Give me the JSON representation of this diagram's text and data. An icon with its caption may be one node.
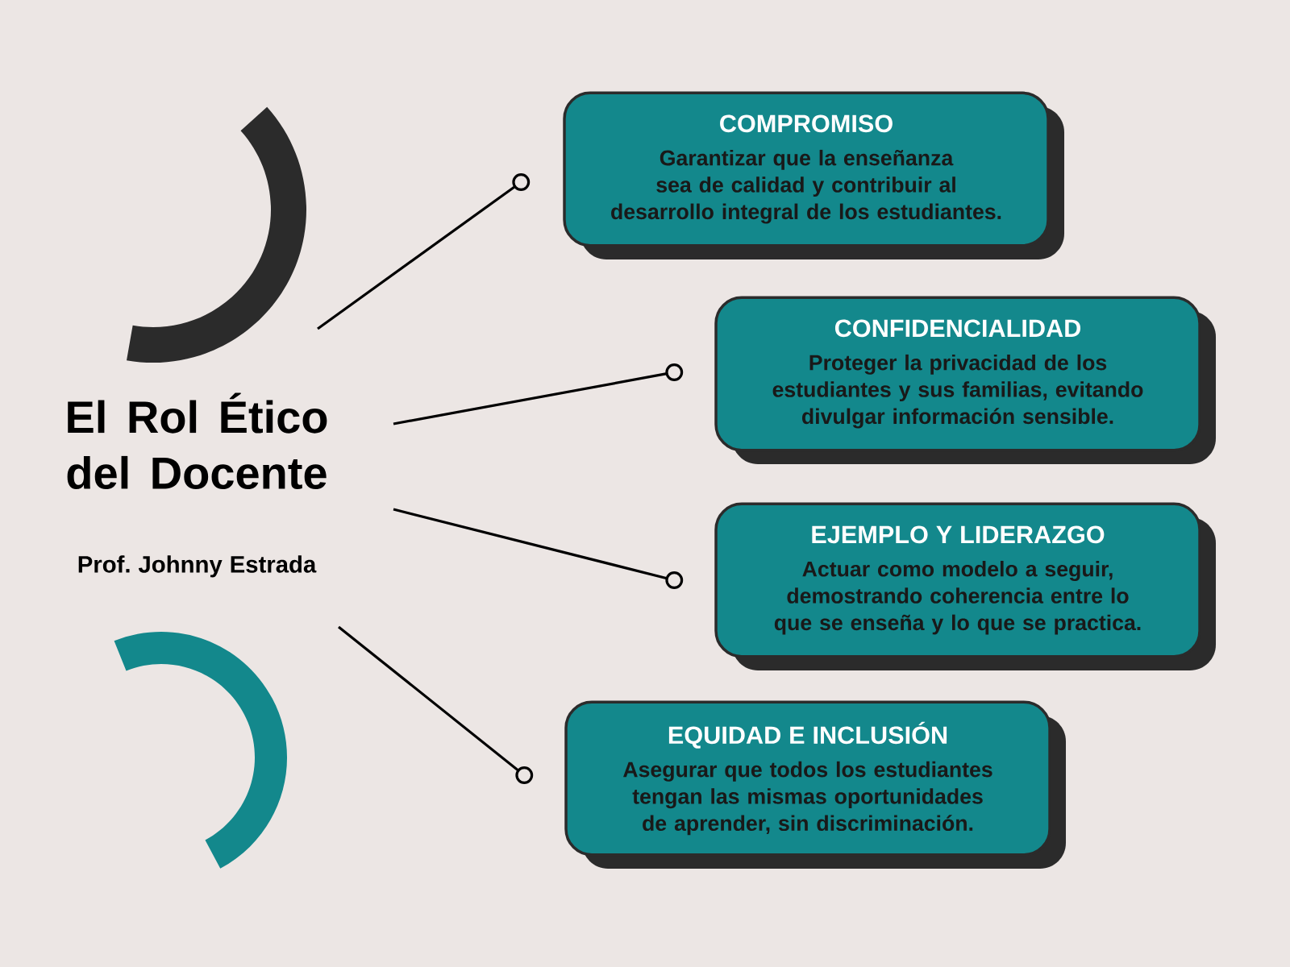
{
  "diagram": {
    "nodes": [
      {
        "text": [
          "El Rol Ético del Docente",
          "Prof. Johnny Estrada"
        ]
      },
      {
        "text": [
          "COMPROMISO",
          "Garantizar que la enseñanza sea de calidad y contribuir al desarrollo integral de los estudiantes."
        ]
      },
      {
        "text": [
          "CONFIDENCIALIDAD",
          "Proteger la privacidad de los estudiantes y sus familias, evitando divulgar información sensible."
        ]
      },
      {
        "text": [
          "EJEMPLO Y LIDERAZGO",
          "Actuar como modelo a seguir, demostrando coherencia entre lo que se enseña y lo que se practica."
        ]
      },
      {
        "text": [
          "EQUIDAD E INCLUSIÓN",
          "Asegurar que todos los estudiantes tengan las mismas oportunidades de aprender, sin discriminación."
        ]
      }
    ],
    "edges": [
      {
        "from": 0,
        "to": 1,
        "arrow": "other"
      },
      {
        "from": 0,
        "to": 2,
        "arrow": "other"
      },
      {
        "from": 0,
        "to": 3,
        "arrow": "other"
      },
      {
        "from": 0,
        "to": 4,
        "arrow": "other"
      }
    ]
  }
}
